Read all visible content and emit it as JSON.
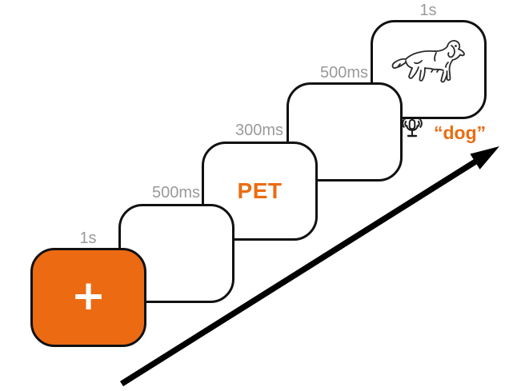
{
  "colors": {
    "orange": "#EC6A12",
    "text_orange": "#ED6B10",
    "label_gray": "#9A9A9A",
    "outline": "#111111",
    "arrow": "#000000",
    "fixation_white": "#FFFFFF"
  },
  "trials": [
    {
      "duration": "1s",
      "kind": "fixation",
      "content": "+",
      "icon": "fixation-cross"
    },
    {
      "duration": "500ms",
      "kind": "blank",
      "content": ""
    },
    {
      "duration": "300ms",
      "kind": "word",
      "content": "PET"
    },
    {
      "duration": "500ms",
      "kind": "blank",
      "content": ""
    },
    {
      "duration": "1s",
      "kind": "picture",
      "content": "",
      "icon": "dog-line-drawing"
    }
  ],
  "response": {
    "icon": "microphone-icon",
    "label": "“dog”"
  },
  "arrow": {
    "name": "time-arrow",
    "direction": "up-right"
  }
}
